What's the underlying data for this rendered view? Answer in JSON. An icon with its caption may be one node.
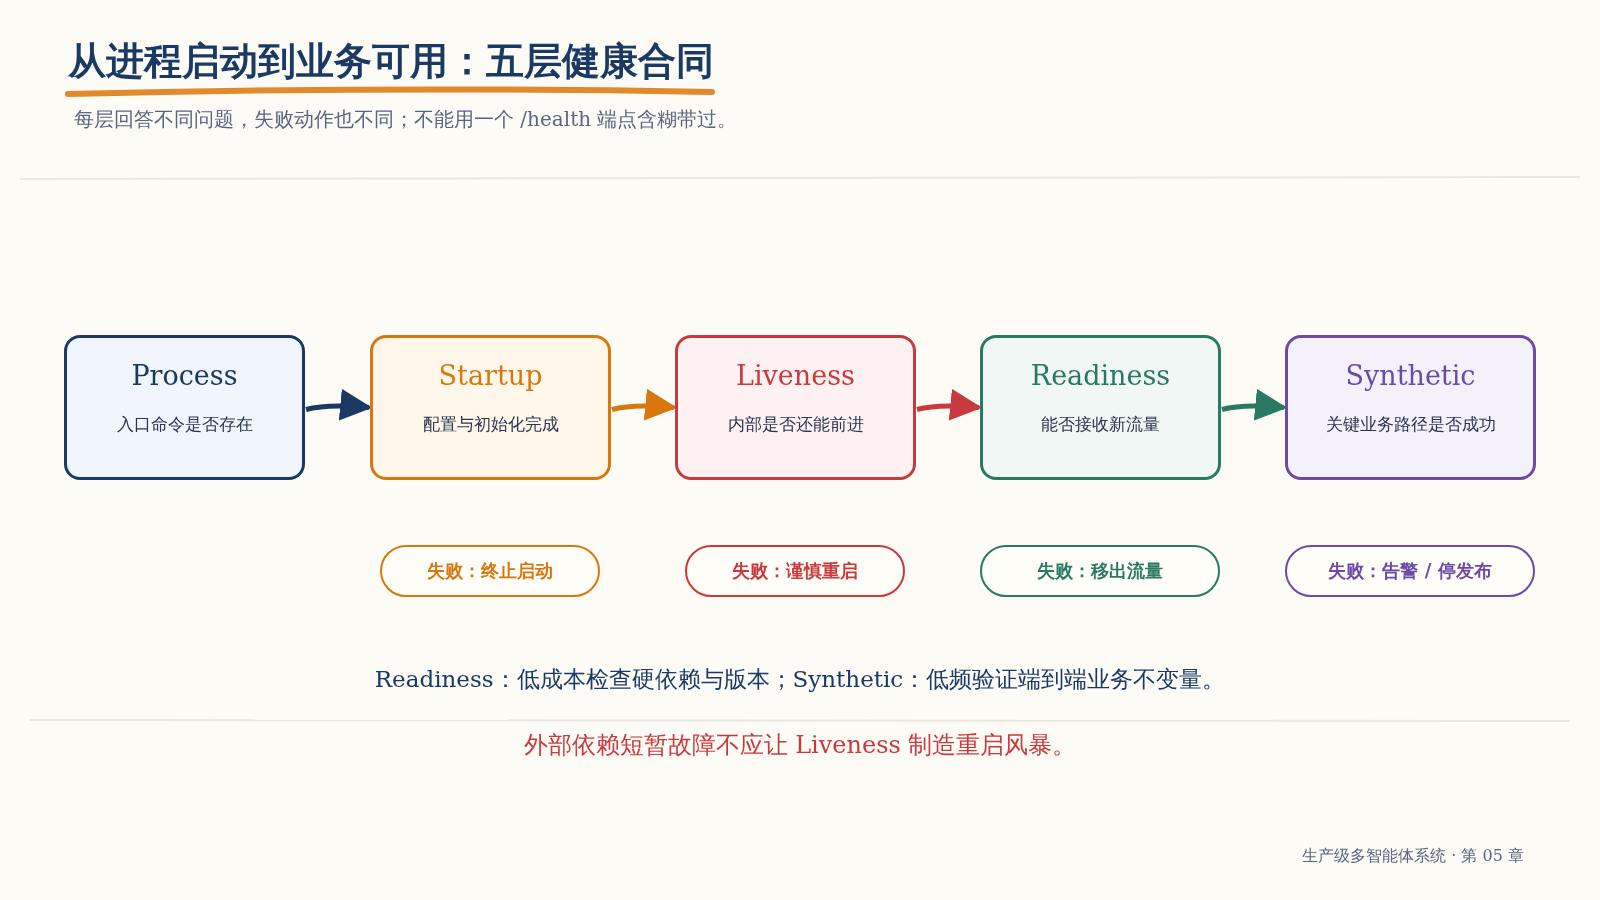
{
  "diagram": {
    "title": "从进程启动到业务可用：五层健康合同",
    "nodes": [
      {
        "text": [
          "Process",
          "入口命令是否存在"
        ]
      },
      {
        "text": [
          "Startup",
          "配置与初始化完成"
        ]
      },
      {
        "text": [
          "Liveness",
          "内部是否还能前进"
        ]
      },
      {
        "text": [
          "Readiness",
          "能否接收新流量"
        ]
      },
      {
        "text": [
          "Synthetic",
          "关键业务路径是否成功"
        ]
      },
      {
        "text": [
          "失败：终止启动"
        ]
      },
      {
        "text": [
          "失败：谨慎重启"
        ]
      },
      {
        "text": [
          "失败：移出流量"
        ]
      },
      {
        "text": [
          "失败：告警 / 停发布"
        ]
      }
    ],
    "edges": [
      {
        "from": 0,
        "to": 1,
        "arrow": "to",
        "color": "#1b3a63"
      },
      {
        "from": 1,
        "to": 2,
        "arrow": "to",
        "color": "#d9770f"
      },
      {
        "from": 2,
        "to": 3,
        "arrow": "to",
        "color": "#c93a3e"
      },
      {
        "from": 3,
        "to": 4,
        "arrow": "to",
        "color": "#2a7a63"
      }
    ],
    "labels": [
      "每层回答不同问题，失败动作也不同；不能用一个 /health 端点含糊带过。",
      "Readiness：低成本检查硬依赖与版本；Synthetic：低频验证端到端业务不变量。",
      "外部依赖短暂故障不应让 Liveness 制造重启风暴。",
      "生产级多智能体系统 · 第 05 章"
    ]
  }
}
